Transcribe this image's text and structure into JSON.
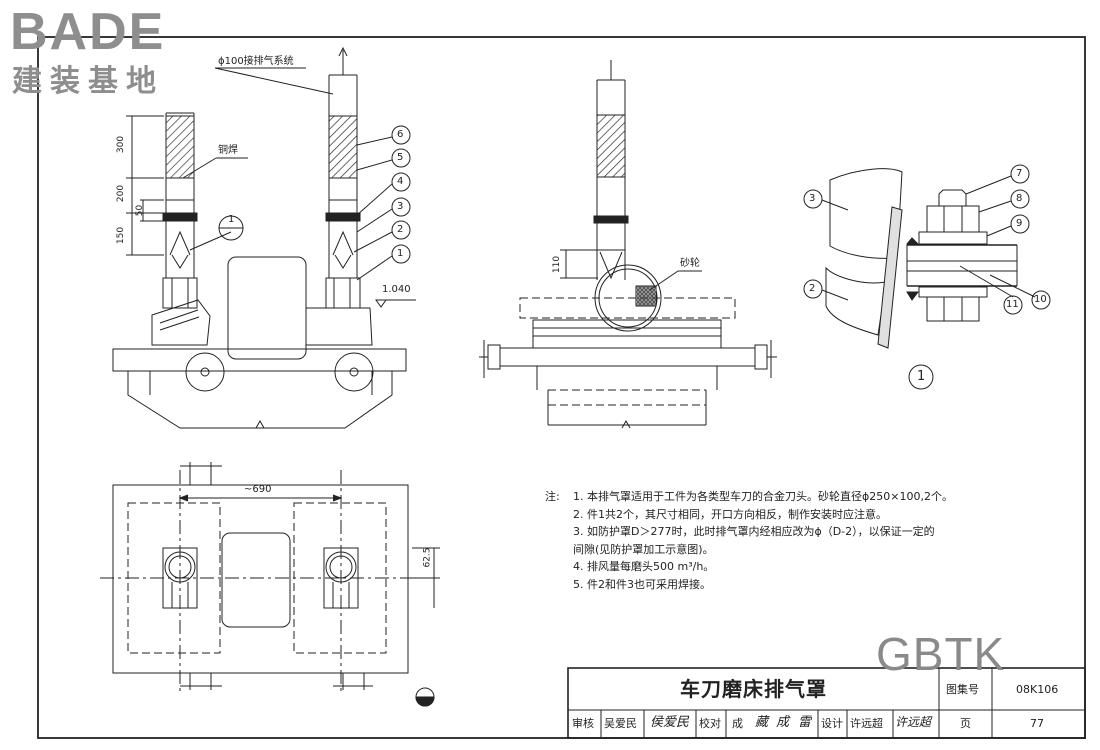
{
  "logo": {
    "brand": "BADE",
    "subtitle": "建装基地"
  },
  "watermark": "GBTK",
  "labels": {
    "exhaust_system": "ϕ100接排气系统",
    "brazing": "铜焊",
    "grinding_wheel": "砂轮",
    "elevation": "1.040",
    "dim_300": "300",
    "dim_200": "200",
    "dim_150": "150",
    "dim_50": "50",
    "dim_110": "110",
    "dim_690": "~690",
    "dim_62_5": "62.5",
    "detail_ref": "1",
    "detail_title": "1"
  },
  "callouts": {
    "front": [
      "6",
      "5",
      "4",
      "3",
      "2",
      "1"
    ],
    "detail": [
      "7",
      "8",
      "9",
      "3",
      "2",
      "11",
      "10"
    ]
  },
  "notes": {
    "heading": "注:",
    "items": [
      "1. 本排气罩适用于工件为各类型车刀的合金刀头。砂轮直径ϕ250×100,2个。",
      "2. 件1共2个，其尺寸相同，开口方向相反，制作安装时应注意。",
      "3. 如防护罩D＞277时，此时排气罩内经相应改为ϕ（D-2），以保证一定的",
      "    间隙(见防护罩加工示意图)。",
      "4. 排风量每磨头500 m³/h。",
      "5. 件2和件3也可采用焊接。"
    ]
  },
  "title_block": {
    "title": "车刀磨床排气罩",
    "atlas_label": "图集号",
    "atlas_no": "08K106",
    "page_label": "页",
    "page_no": "77",
    "review": "审核",
    "reviewer": "吴爱民",
    "reviewer_sign": "侯爱民",
    "check": "校对",
    "checker": "成",
    "checker_sign": "藏",
    "designer_prefix": "成",
    "designer_mark": "雷",
    "design": "设计",
    "designer": "许远超",
    "designer_sign": "许远超"
  }
}
